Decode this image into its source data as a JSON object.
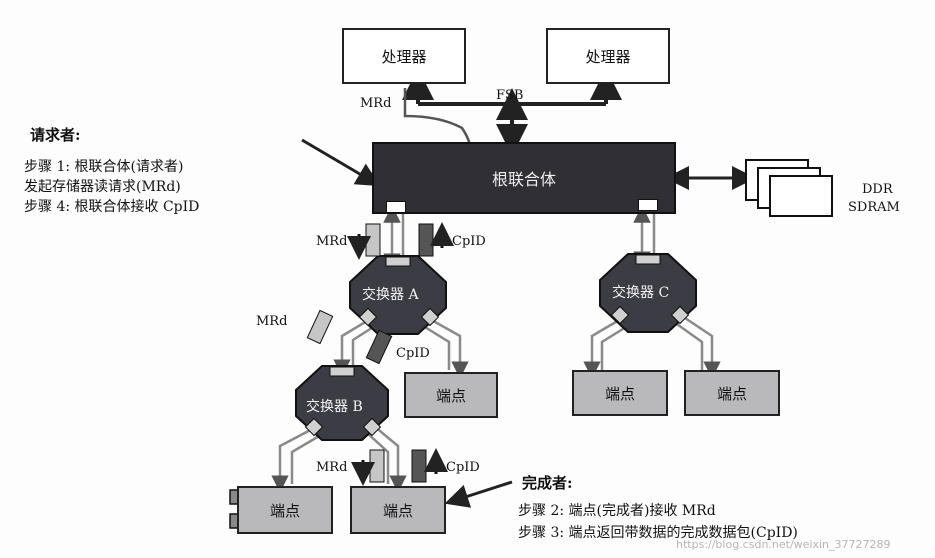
{
  "processor_left": "处理器",
  "processor_right": "处理器",
  "fsb": "FSB",
  "root_complex": "根联合体",
  "ddr_line1": "DDR",
  "ddr_line2": "SDRAM",
  "switch_a": "交换器 A",
  "switch_b": "交换器 B",
  "switch_c": "交换器 C",
  "endpoints": {
    "a_right": "端点",
    "b_left": "端点",
    "b_right": "端点",
    "c_left": "端点",
    "c_right": "端点"
  },
  "packets": {
    "mrd_top": "MRd",
    "mrd_root": "MRd",
    "cpld_root": "CpID",
    "mrd_mid": "MRd",
    "cpld_mid": "CpID",
    "mrd_bottom": "MRd",
    "cpld_bottom": "CpID"
  },
  "requester": {
    "title": "请求者:",
    "line1": "步骤 1: 根联合体(请求者)",
    "line2": "发起存储器读请求(MRd)",
    "line3": "步骤 4: 根联合体接收 CpID"
  },
  "completer": {
    "title": "完成者:",
    "line1": "步骤 2: 端点(完成者)接收 MRd",
    "line2": "步骤 3: 端点返回带数据的完成数据包(CpID)"
  },
  "watermark": "https://blog.csdn.net/weixin_37727289",
  "colors": {
    "root": "#2f2f35",
    "switch": "#3c3c44",
    "endpoint": "#b9b9bc",
    "link": "#7a7a7a",
    "packet_light": "#c6c6c6",
    "packet_dark": "#555555"
  }
}
